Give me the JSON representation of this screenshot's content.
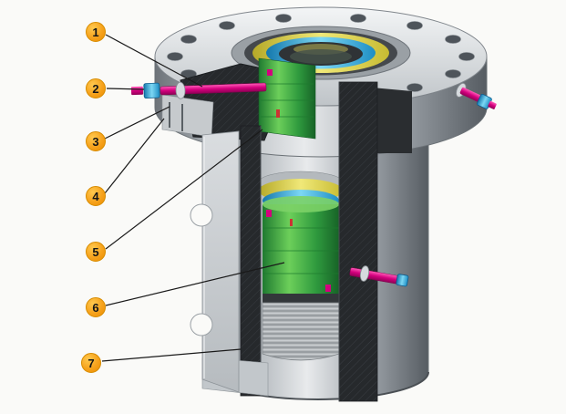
{
  "figure": {
    "callouts": [
      {
        "label": "1"
      },
      {
        "label": "2"
      },
      {
        "label": "3"
      },
      {
        "label": "4"
      },
      {
        "label": "5"
      },
      {
        "label": "6"
      },
      {
        "label": "7"
      }
    ],
    "colors": {
      "callout_fill": "#F6A21C",
      "callout_text": "#161616",
      "seal_green": "#3FAE49",
      "ring_yellow": "#E6DC55",
      "ring_cyan": "#37AEE0",
      "pin_magenta": "#D6007F",
      "metal_light": "#E8EAEC",
      "metal_dark": "#5F656B",
      "section_dark": "#26292C",
      "background": "#FAFAF8",
      "leader_line": "#1A1A1A"
    }
  }
}
